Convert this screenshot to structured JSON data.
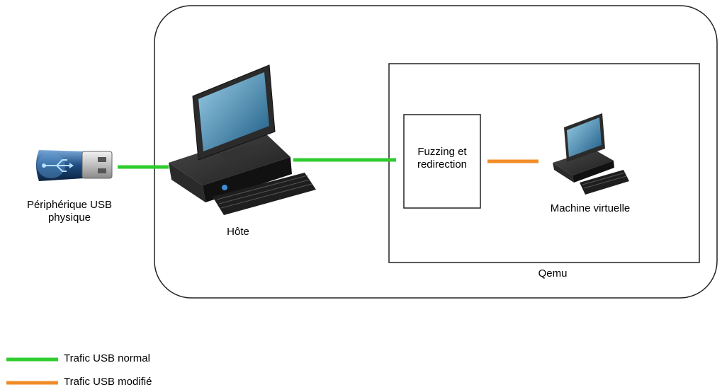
{
  "diagram": {
    "usb_device_label": "Périphérique USB\nphysique",
    "host_label": "Hôte",
    "fuzzing_label": "Fuzzing et\nredirection",
    "vm_label": "Machine virtuelle",
    "qemu_label": "Qemu"
  },
  "legend": {
    "normal": {
      "label": "Trafic USB normal",
      "color": "#2ecc2e"
    },
    "modified": {
      "label": "Trafic USB modifié",
      "color": "#f28c28"
    }
  }
}
